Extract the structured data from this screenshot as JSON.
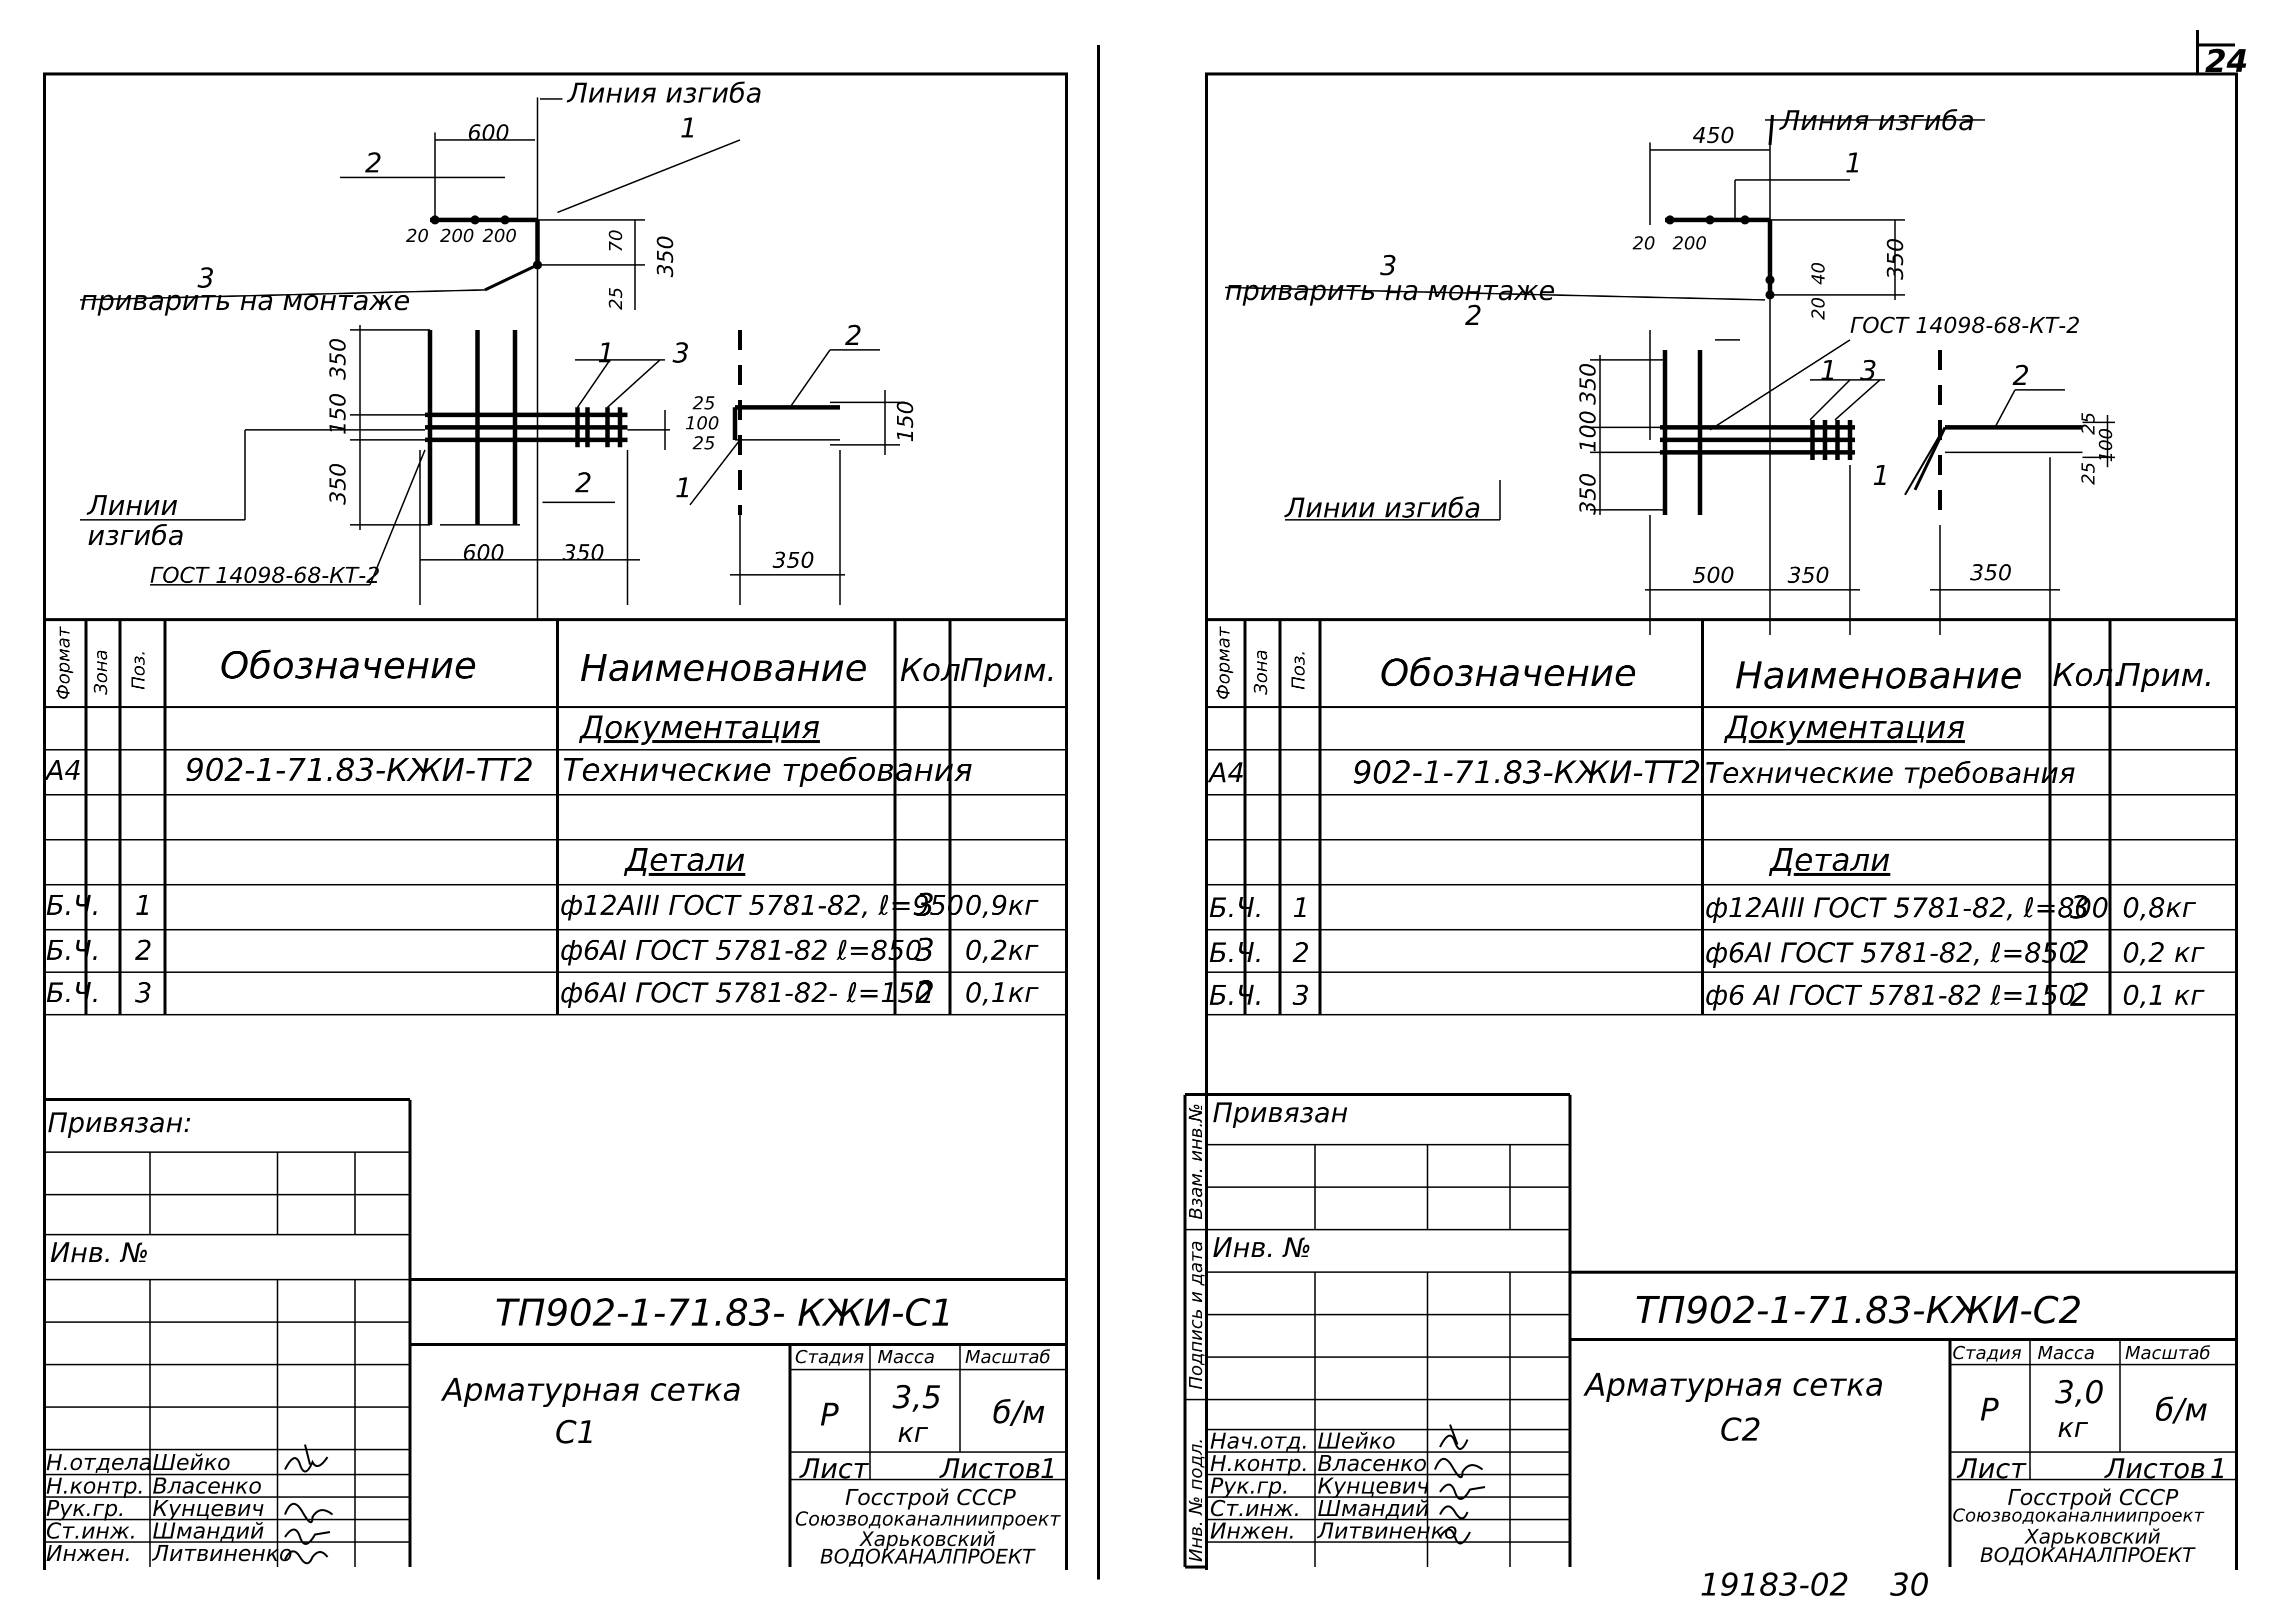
{
  "page_number": "24",
  "footer": {
    "archive_number": "19183-02",
    "sheet_number": "30"
  },
  "sheets": [
    {
      "drawing": {
        "bend_line": "Линия изгиба",
        "bend_lines": [
          "Линии",
          "изгиба"
        ],
        "weld_note": "приварить на монтаже",
        "gost_note": "ГОСТ 14098-68-КТ-2",
        "dims": {
          "top": "600",
          "spacing": [
            "20",
            "200",
            "200"
          ],
          "d350": "350",
          "d70": "70",
          "d25": "25",
          "side": [
            "350",
            "150",
            "350"
          ],
          "small": [
            "25",
            "100",
            "25"
          ],
          "d150": "150",
          "bottom": [
            "600",
            "350"
          ],
          "end": "350"
        },
        "positions": [
          "1",
          "2",
          "3",
          "1",
          "3",
          "2",
          "1",
          "2"
        ]
      },
      "spec": {
        "headers": {
          "format": "Формат",
          "zone": "Зона",
          "pos": "Поз.",
          "designation": "Обозначение",
          "name": "Наименование",
          "qty": "Кол",
          "note": "Прим."
        },
        "section_docs": "Документация",
        "doc_row": {
          "format": "А4",
          "designation": "902-1-71.83-КЖИ-ТТ2",
          "name": "Технические требования"
        },
        "section_parts": "Детали",
        "rows": [
          {
            "format": "Б.Ч.",
            "pos": "1",
            "name": "ф12АIII ГОСТ 5781-82, ℓ=950",
            "qty": "3",
            "note": "0,9кг"
          },
          {
            "format": "Б.Ч.",
            "pos": "2",
            "name": "ф6АI ГОСТ 5781-82 ℓ=850",
            "qty": "3",
            "note": "0,2кг"
          },
          {
            "format": "Б.Ч.",
            "pos": "3",
            "name": "ф6АI ГОСТ 5781-82- ℓ=150",
            "qty": "2",
            "note": "0,1кг"
          }
        ]
      },
      "title_block": {
        "bound_label": "Привязан:",
        "inv_label": "Инв. №",
        "code": "ТП902-1-71.83- КЖИ-С1",
        "name_line1": "Арматурная сетка",
        "name_line2": "С1",
        "stage_label": "Стадия",
        "mass_label": "Масса",
        "scale_label": "Масштаб",
        "stage": "Р",
        "mass": "3,5",
        "mass_unit": "кг",
        "scale": "б/м",
        "sheet_label": "Лист",
        "sheets_label": "Листов",
        "sheets_count": "1",
        "org_lines": [
          "Госстрой СССР",
          "Союзводоканалниипроект",
          "Харьковский",
          "ВОДОКАНАЛПРОЕКТ"
        ],
        "staff": [
          {
            "role": "Н.отдела",
            "name": "Шейко"
          },
          {
            "role": "Н.контр.",
            "name": "Власенко"
          },
          {
            "role": "Рук.гр.",
            "name": "Кунцевич"
          },
          {
            "role": "Ст.инж.",
            "name": "Шмандий"
          },
          {
            "role": "Инжен.",
            "name": "Литвиненко"
          }
        ]
      }
    },
    {
      "drawing": {
        "bend_line": "Линия изгиба",
        "bend_lines": "Линии изгиба",
        "weld_note": "приварить на монтаже",
        "gost_note": "ГОСТ 14098-68-КТ-2",
        "dims": {
          "top": "450",
          "spacing": [
            "20",
            "200"
          ],
          "d350": "350",
          "d40": "40",
          "d20": "20",
          "side": [
            "350",
            "100",
            "350"
          ],
          "small": [
            "25",
            "100",
            "25"
          ],
          "bottom": [
            "500",
            "350"
          ],
          "end": "350"
        },
        "positions": [
          "1",
          "3",
          "2",
          "1",
          "3",
          "2",
          "1"
        ]
      },
      "spec": {
        "headers": {
          "format": "Формат",
          "zone": "Зона",
          "pos": "Поз.",
          "designation": "Обозначение",
          "name": "Наименование",
          "qty": "Кол.",
          "note": "Прим."
        },
        "section_docs": "Документация",
        "doc_row": {
          "format": "А4",
          "designation": "902-1-71.83-КЖИ-ТТ2",
          "name": "Технические требования"
        },
        "section_parts": "Детали",
        "rows": [
          {
            "format": "Б.Ч.",
            "pos": "1",
            "name": "ф12АIII ГОСТ 5781-82, ℓ=800",
            "qty": "3",
            "note": "0,8кг"
          },
          {
            "format": "Б.Ч.",
            "pos": "2",
            "name": "ф6АI ГОСТ 5781-82, ℓ=850",
            "qty": "2",
            "note": "0,2 кг"
          },
          {
            "format": "Б.Ч.",
            "pos": "3",
            "name": "ф6 АI ГОСТ 5781-82 ℓ=150",
            "qty": "2",
            "note": "0,1 кг"
          }
        ]
      },
      "title_block": {
        "bound_label": "Привязан",
        "inv_label": "Инв. №",
        "code": "ТП902-1-71.83-КЖИ-С2",
        "name_line1": "Арматурная сетка",
        "name_line2": "С2",
        "stage_label": "Стадия",
        "mass_label": "Масса",
        "scale_label": "Масштаб",
        "stage": "Р",
        "mass": "3,0",
        "mass_unit": "кг",
        "scale": "б/м",
        "sheet_label": "Лист",
        "sheets_label": "Листов",
        "sheets_count": "1",
        "org_lines": [
          "Госстрой СССР",
          "Союзводоканалниипроект",
          "Харьковский",
          "ВОДОКАНАЛПРОЕКТ"
        ],
        "side_labels": [
          "Взам. инв.№",
          "Подпись и дата",
          "Инв. № подл."
        ],
        "staff": [
          {
            "role": "Нач.отд.",
            "name": "Шейко"
          },
          {
            "role": "Н.контр.",
            "name": "Власенко"
          },
          {
            "role": "Рук.гр.",
            "name": "Кунцевич"
          },
          {
            "role": "Ст.инж.",
            "name": "Шмандий"
          },
          {
            "role": "Инжен.",
            "name": "Литвиненко"
          }
        ]
      }
    }
  ]
}
